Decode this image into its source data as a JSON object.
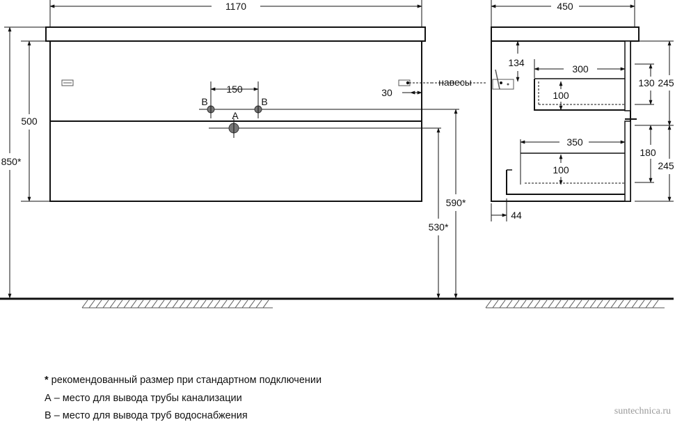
{
  "dimensions": {
    "front_width": "1170",
    "side_depth": "450",
    "height_front": "500",
    "height_total": "850*",
    "pipe_spacing": "150",
    "hinge_offset": "30",
    "hinge_label": "навесы",
    "height_590": "590*",
    "height_530": "530*",
    "side_134": "134",
    "side_300": "300",
    "side_100_top": "100",
    "side_130": "130",
    "side_245_top": "245",
    "side_350": "350",
    "side_180": "180",
    "side_100_bottom": "100",
    "side_245_bottom": "245",
    "side_44": "44"
  },
  "markers": {
    "a": "A",
    "b_left": "B",
    "b_right": "B"
  },
  "legend": {
    "line1_star": "*",
    "line1_text": " рекомендованный размер при стандартном подключении",
    "line2": "А – место для вывода трубы канализации",
    "line3": "В – место для вывода труб водоснабжения"
  },
  "watermark": "suntechnica.ru"
}
